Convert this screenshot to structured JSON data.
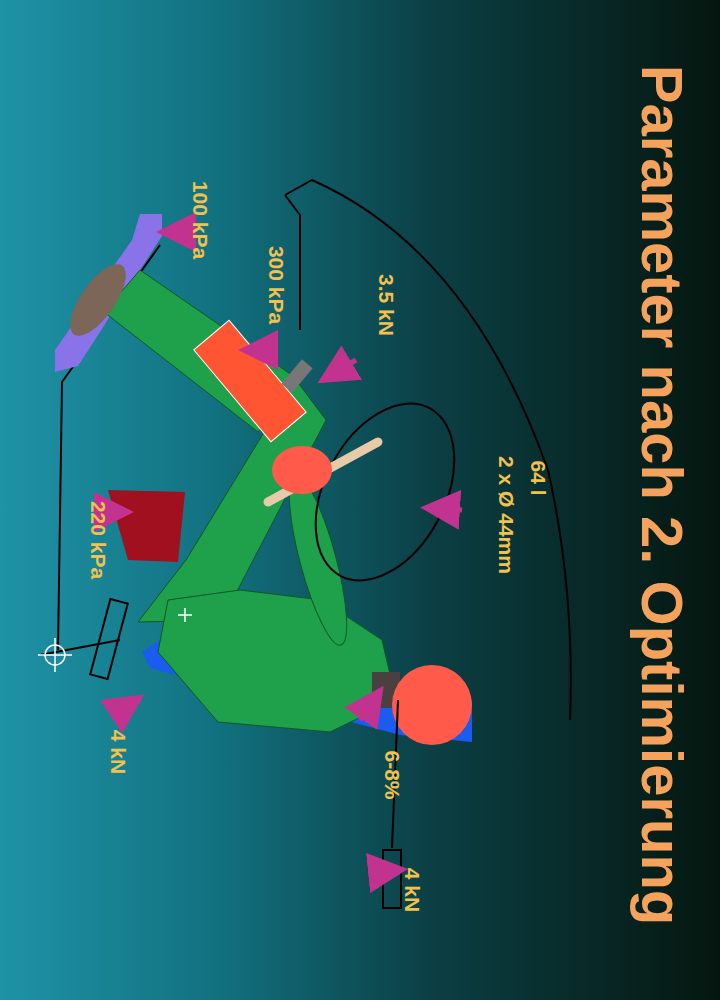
{
  "diagram": {
    "title": "Parameter nach 2. Optimierung",
    "labels": [
      "64 l",
      "2 x Ø 44mm",
      "3.5 kN",
      "300 kPa",
      "100 kPa",
      "220 kPa",
      "4 kN",
      "6-8%",
      "4 kN"
    ]
  }
}
